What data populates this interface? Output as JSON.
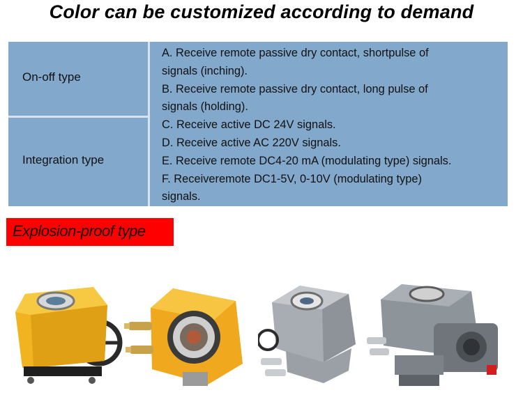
{
  "headline": "Color can be customized according to demand",
  "table": {
    "rows": [
      {
        "type": "On-off type"
      },
      {
        "type": "Integration type"
      }
    ],
    "lines": [
      "A. Receive remote passive dry contact, shortpulse of",
      "signals (inching).",
      "B. Receive remote passive dry contact, long pulse of",
      "signals (holding).",
      "C. Receive active DC 24V signals.",
      "D. Receive active AC 220V signals.",
      "E. Receive remote DC4-20 mA (modulating type) signals.",
      "F. Receiveremote DC1-5V, 0-10V (modulating type)",
      "signals."
    ]
  },
  "banner": {
    "label": "Explosion-proof type"
  },
  "products": [
    {
      "name": "yellow-actuator-handwheel",
      "color": "#f2b321"
    },
    {
      "name": "yellow-actuator-explosion-proof",
      "color": "#f0a81e"
    },
    {
      "name": "silver-actuator",
      "color": "#a8adb3"
    },
    {
      "name": "grey-actuator-explosion-proof",
      "color": "#8d949a"
    }
  ]
}
